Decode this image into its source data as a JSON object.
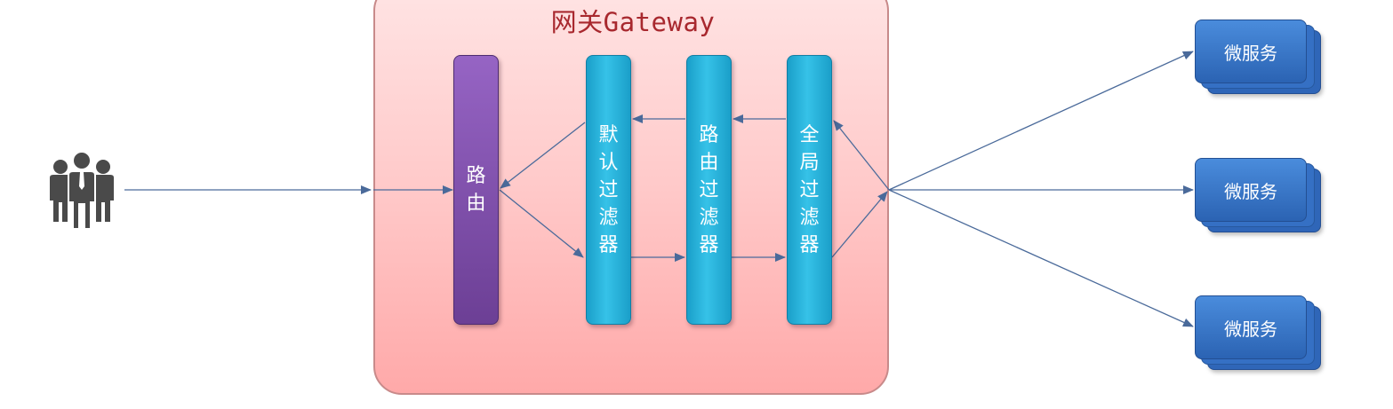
{
  "gateway": {
    "title": "网关Gateway"
  },
  "router": {
    "label": "路由"
  },
  "filters": [
    {
      "label": "默认过滤器"
    },
    {
      "label": "路由过滤器"
    },
    {
      "label": "全局过滤器"
    }
  ],
  "microservices": [
    {
      "label": "微服务"
    },
    {
      "label": "微服务"
    },
    {
      "label": "微服务"
    }
  ],
  "client": {
    "icon": "users-group-icon"
  },
  "colors": {
    "gateway_fill": "#ffc9c9",
    "gateway_title": "#a8282e",
    "router_bar": "#7e4fad",
    "filter_bar": "#29b4dc",
    "microservice_box": "#3a78c9",
    "arrow": "#4a6a9a",
    "client_icon": "#4a4a4a"
  }
}
